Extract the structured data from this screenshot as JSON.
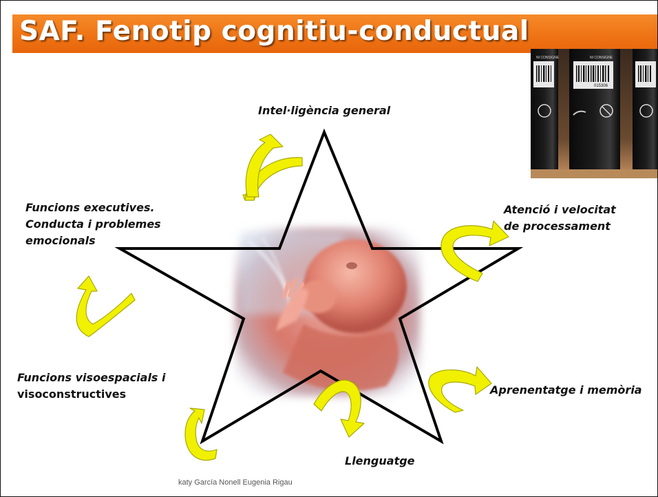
{
  "slide": {
    "title": "SAF. Fenotip cognitiu-conductual",
    "footer": "katy García Nonell  Eugenia Rigau"
  },
  "labels": {
    "top": "Intel·ligència general",
    "left_line1": "Funcions executives.",
    "left_line2": "Conducta i problemes",
    "left_line3": "emocionals",
    "right_line1": "Atenció i velocitat",
    "right_line2": "de processament",
    "lower_left_line1": "Funcions visoespacials i",
    "lower_left_line2": "visoconstructives",
    "lower_right": "Aprenentatge i memòria",
    "bottom": "Llenguatge"
  },
  "photo": {
    "bottle_labels": [
      "NI CONSIGNE",
      "NI CONSIGNE",
      "015306"
    ]
  },
  "colors": {
    "title_orange": "#ef7415",
    "arrow_fill": "#f0f000",
    "arrow_stroke": "#b0b000",
    "star_stroke": "#000000"
  },
  "icons": {
    "center_image": "fetus-photo",
    "corner_image": "wine-bottles-photo",
    "arrows": "curved-arrow-icon"
  }
}
